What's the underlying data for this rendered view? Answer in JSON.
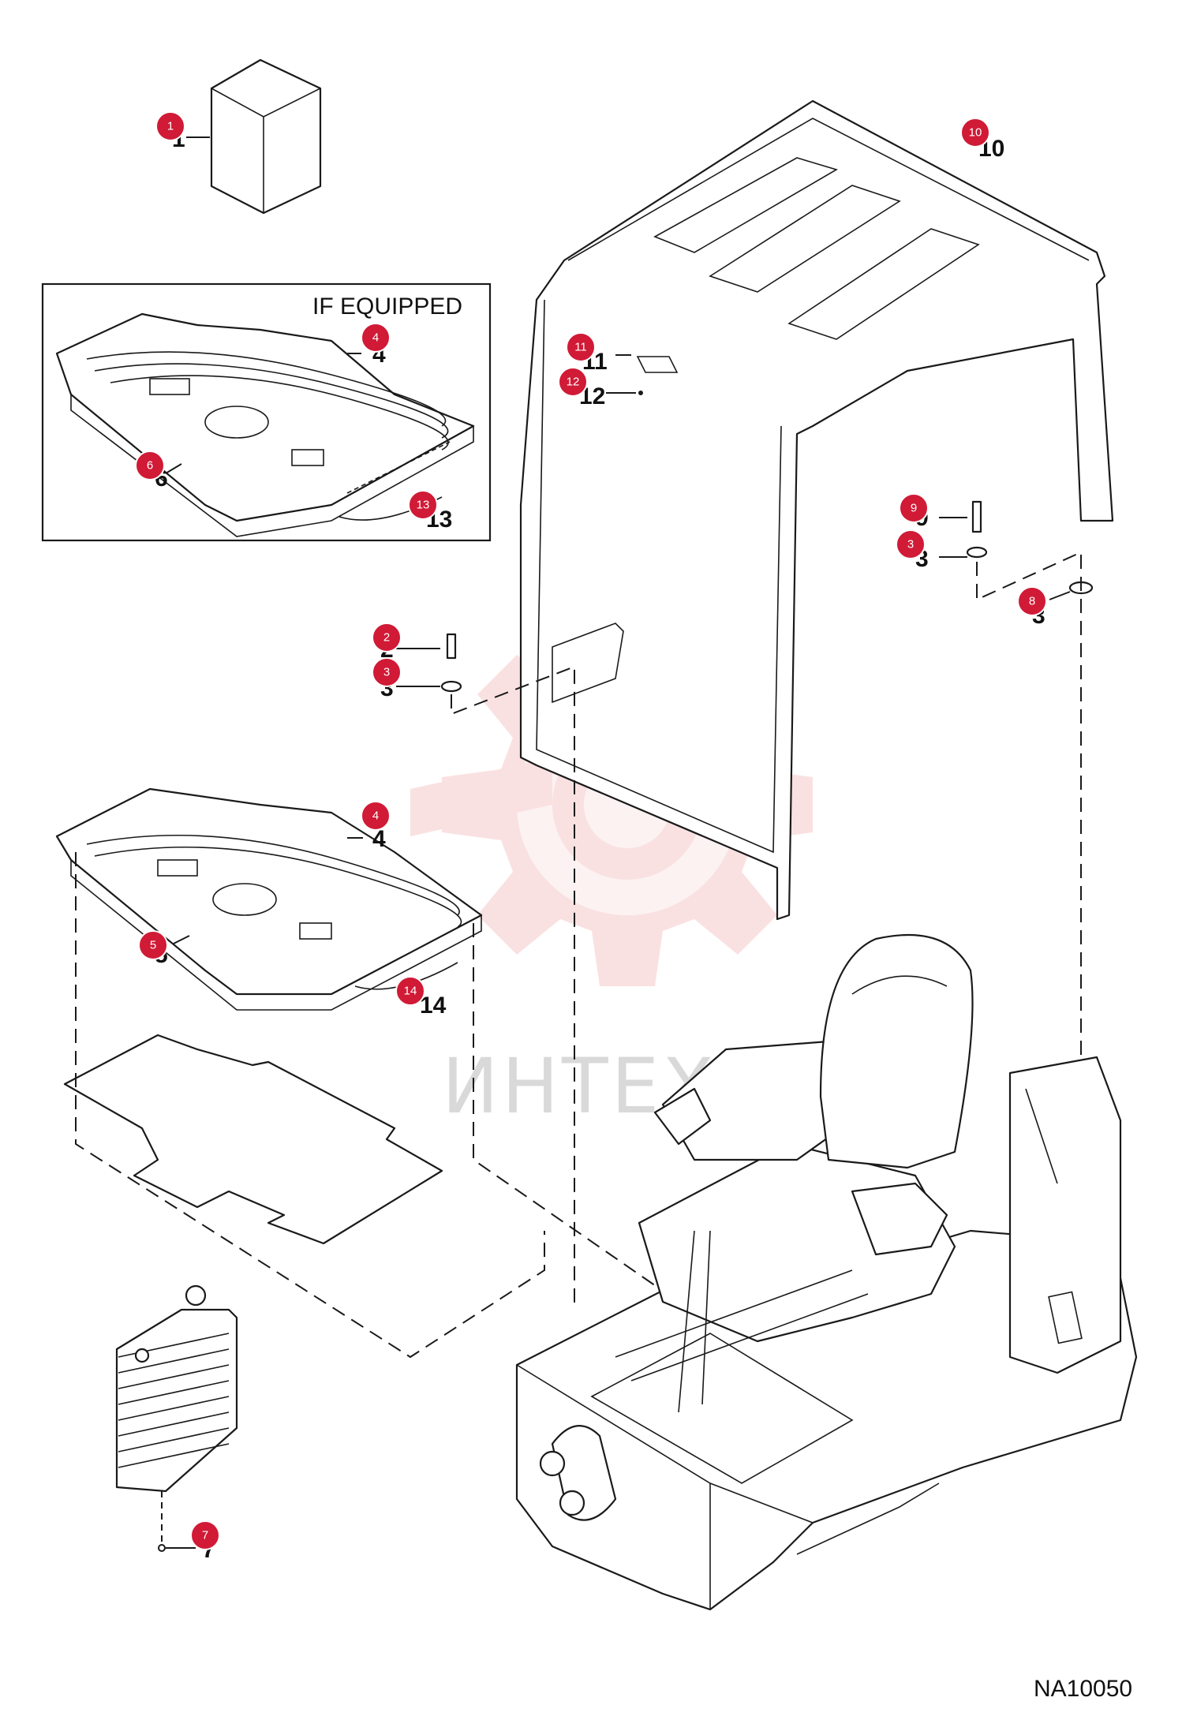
{
  "figure": {
    "id_label": "NA10050",
    "inset_label": "IF EQUIPPED",
    "watermark_text": "ИНТЕХ"
  },
  "callouts": [
    {
      "n": "1"
    },
    {
      "n": "2"
    },
    {
      "n": "3"
    },
    {
      "n": "3"
    },
    {
      "n": "4"
    },
    {
      "n": "4"
    },
    {
      "n": "5"
    },
    {
      "n": "6"
    },
    {
      "n": "7"
    },
    {
      "n": "8"
    },
    {
      "n": "9"
    },
    {
      "n": "10"
    },
    {
      "n": "11"
    },
    {
      "n": "12"
    },
    {
      "n": "13"
    },
    {
      "n": "14"
    }
  ],
  "part_numbers": {
    "p1": "1",
    "p2": "2",
    "p3a": "3",
    "p3b": "3",
    "p3c": "3",
    "p4a": "4",
    "p4b": "4",
    "p5": "5",
    "p6": "6",
    "p7": "7",
    "p9": "9",
    "p10": "10",
    "p11": "11",
    "p12": "12",
    "p13": "13",
    "p14": "14"
  },
  "colors": {
    "callout": "#d01a36",
    "watermark": "#f6c9c9"
  }
}
